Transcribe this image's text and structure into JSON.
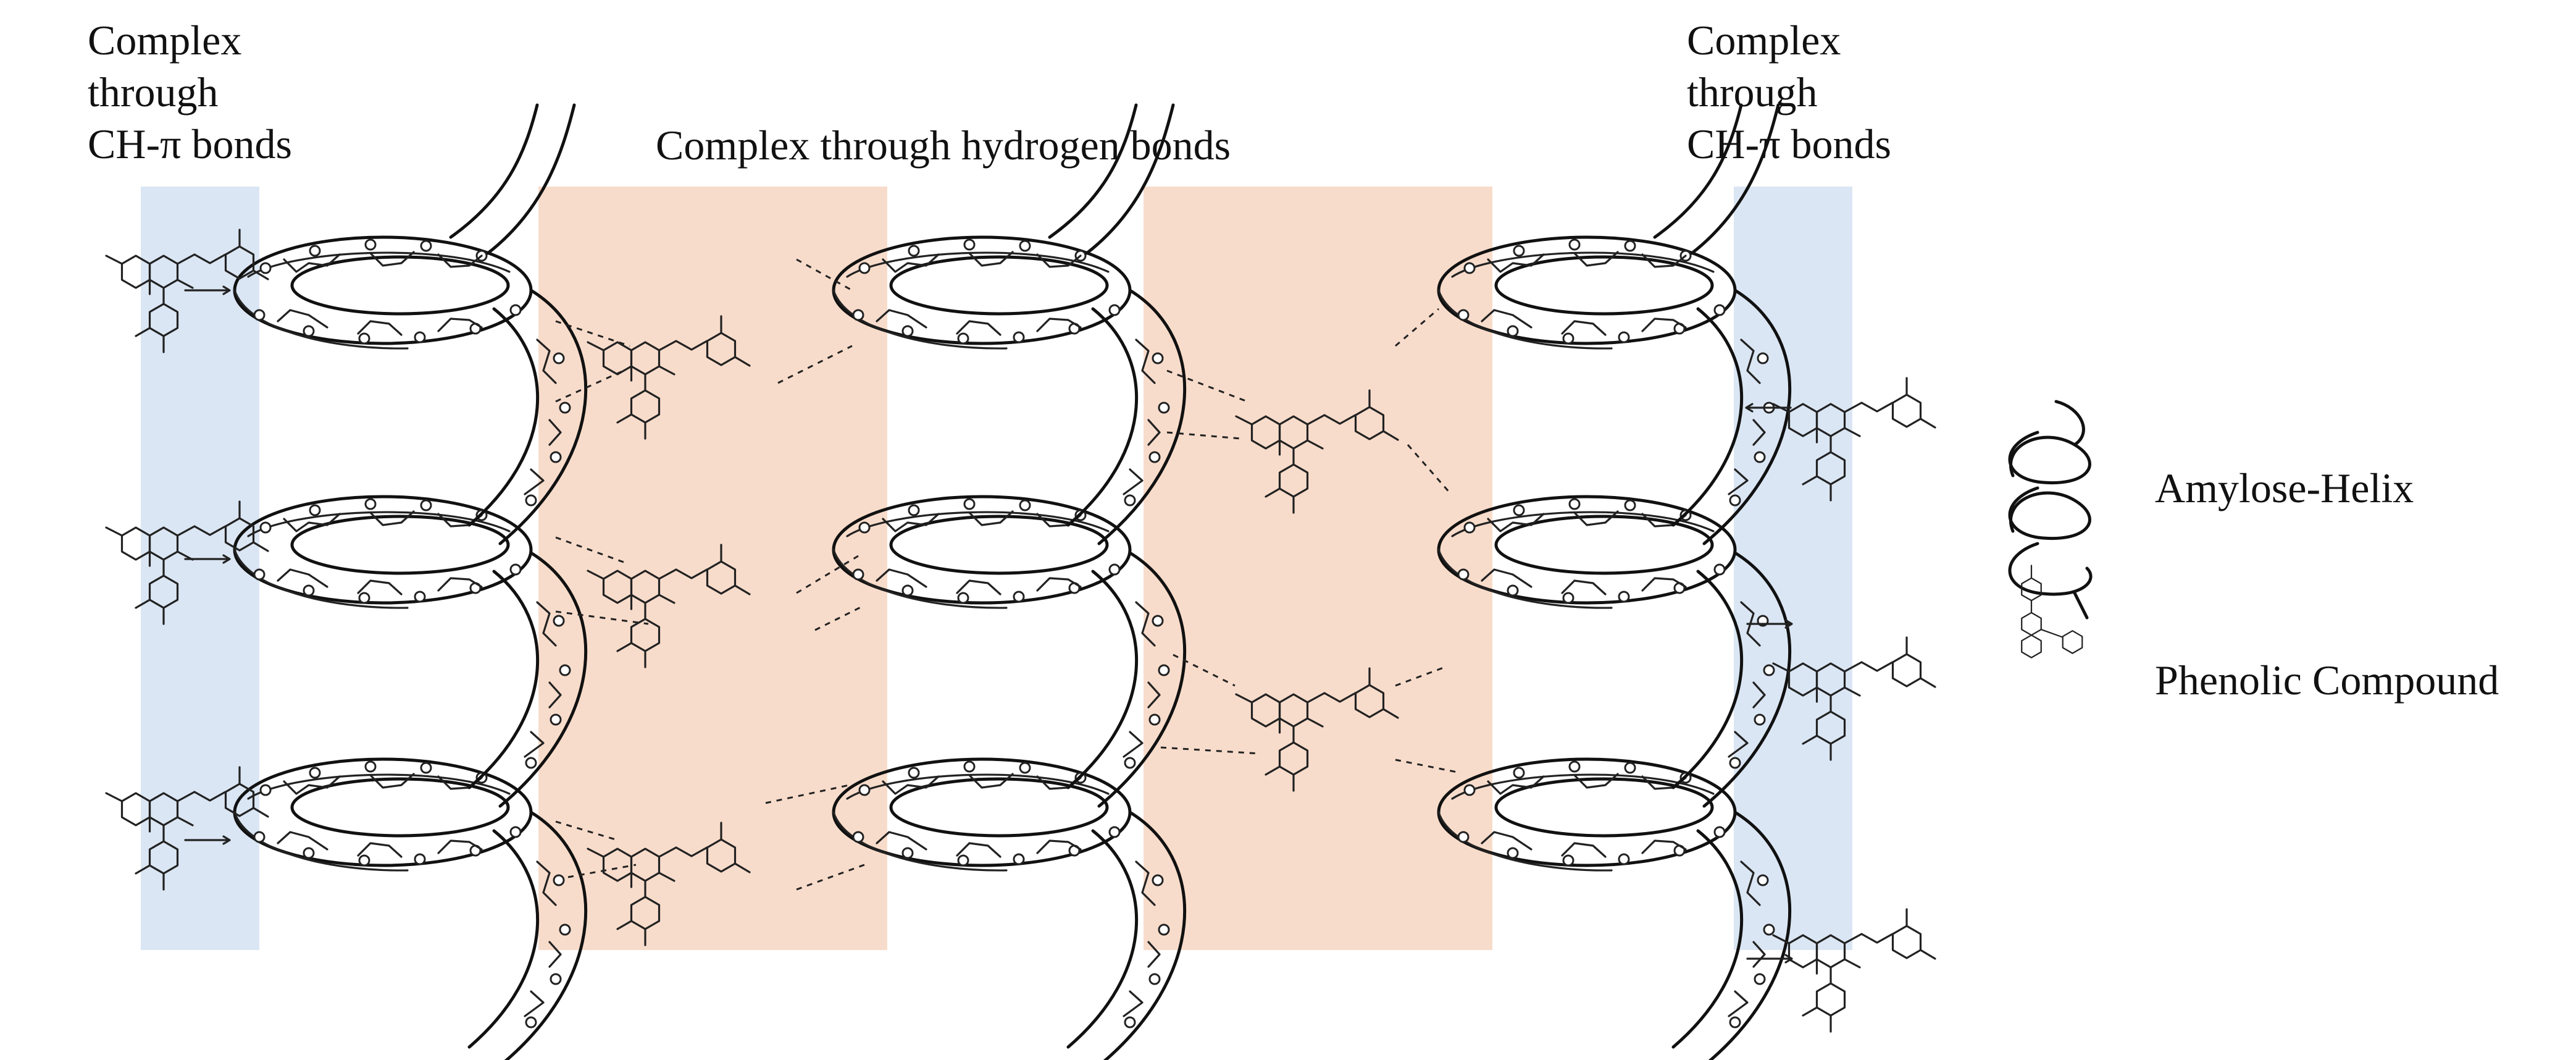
{
  "labels": {
    "left_top": [
      "Complex",
      "through",
      "CH-π bonds"
    ],
    "center_top": "Complex through hydrogen bonds",
    "right_top": [
      "Complex",
      "through",
      "CH-π bonds"
    ]
  },
  "legend": {
    "helix": {
      "icon": "helix-icon",
      "label": "Amylose-Helix"
    },
    "compound": {
      "icon": "phenolic-compound-icon",
      "label": "Phenolic Compound"
    }
  },
  "colors": {
    "ch_pi_band": "#dbe6f4",
    "hydrogen_band": "#f8dccb",
    "line": "#111111"
  }
}
